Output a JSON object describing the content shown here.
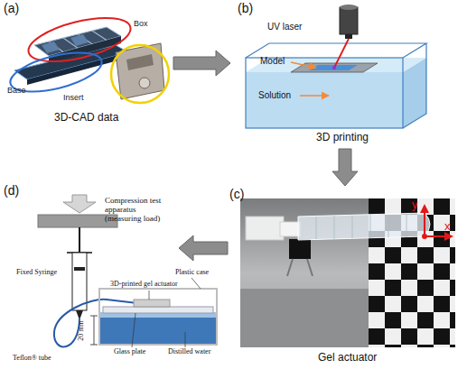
{
  "diagram": {
    "nodes": [
      {
        "text": [
          "(a)",
          "3D-CAD data"
        ]
      },
      {
        "text": [
          "(b)",
          "3D printing"
        ]
      },
      {
        "text": [
          "(c)",
          "Gel actuator"
        ]
      },
      {
        "text": [
          "(d)"
        ]
      }
    ],
    "edges": [
      {
        "from": 0,
        "to": 1,
        "arrow": "to"
      },
      {
        "from": 1,
        "to": 2,
        "arrow": "to"
      },
      {
        "from": 2,
        "to": 3,
        "arrow": "to"
      }
    ],
    "labels": [
      "Box",
      "Base",
      "Insert",
      "UV laser",
      "Model",
      "Solution",
      "y",
      "x",
      "Compression test apparatus (measuring load)",
      "Fixed Syringe",
      "3D-printed gel actuator",
      "Plastic case",
      "20 mm",
      "Teflon® tube",
      "Glass plate",
      "Distilled water"
    ]
  }
}
